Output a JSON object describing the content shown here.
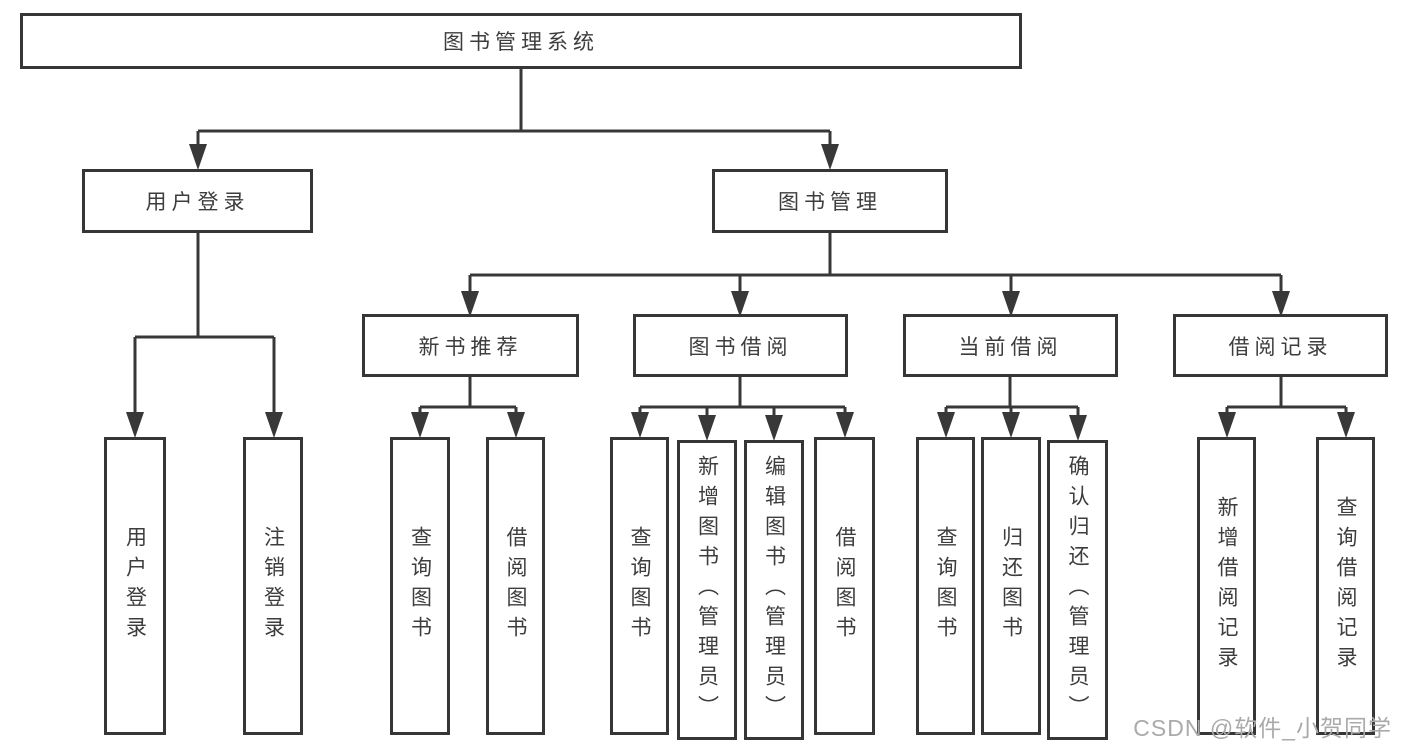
{
  "diagram": {
    "root": {
      "label": "图书管理系统"
    },
    "branches": [
      {
        "label": "用户登录",
        "children": [
          {
            "label": "用户登录"
          },
          {
            "label": "注销登录"
          }
        ]
      },
      {
        "label": "图书管理",
        "children": [
          {
            "label": "新书推荐",
            "children": [
              {
                "label": "查询图书"
              },
              {
                "label": "借阅图书"
              }
            ]
          },
          {
            "label": "图书借阅",
            "children": [
              {
                "label": "查询图书"
              },
              {
                "label": "新增图书（管理员）"
              },
              {
                "label": "编辑图书（管理员）"
              },
              {
                "label": "借阅图书"
              }
            ]
          },
          {
            "label": "当前借阅",
            "children": [
              {
                "label": "查询图书"
              },
              {
                "label": "归还图书"
              },
              {
                "label": "确认归还（管理员）"
              }
            ]
          },
          {
            "label": "借阅记录",
            "children": [
              {
                "label": "新增借阅记录"
              },
              {
                "label": "查询借阅记录"
              }
            ]
          }
        ]
      }
    ]
  },
  "watermark": {
    "text": "CSDN @软件_小贺同学"
  },
  "colors": {
    "line": "#383838",
    "box_border": "#363636",
    "text": "#3d3d3d",
    "watermark": "#aaaaaa",
    "background": "#ffffff"
  }
}
